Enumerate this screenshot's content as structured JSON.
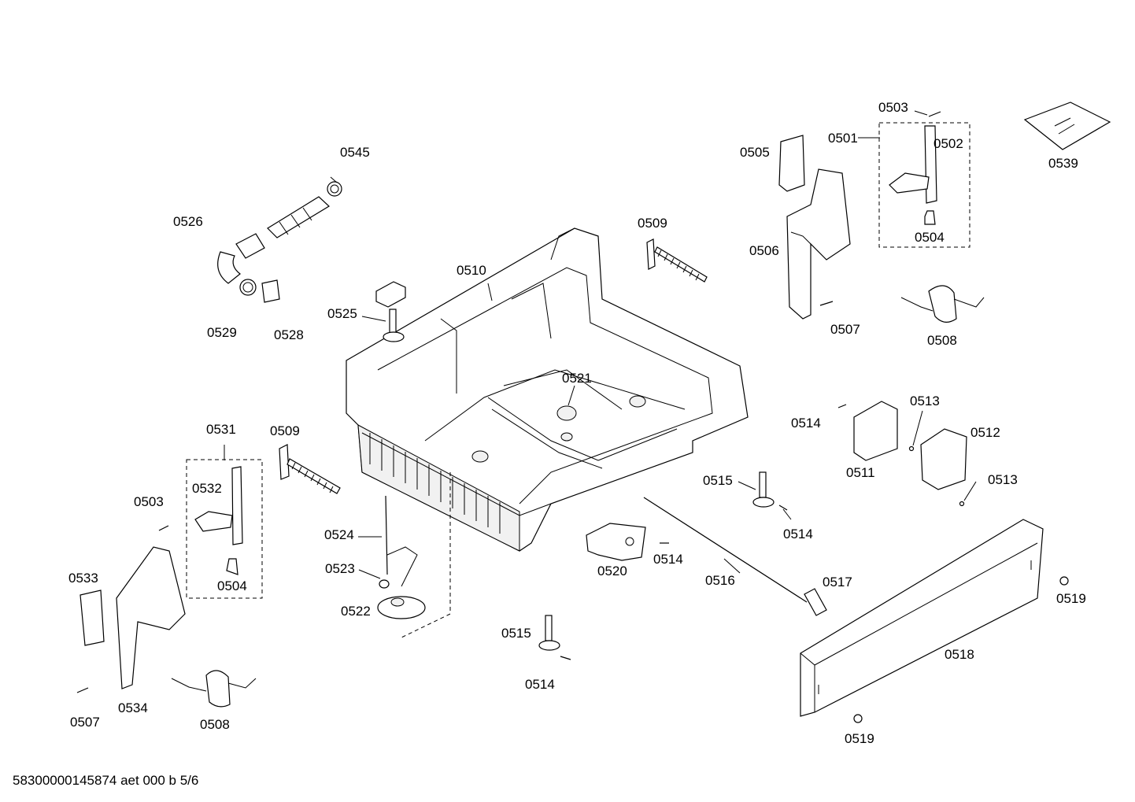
{
  "labels": {
    "l0503a": "0503",
    "l0501": "0501",
    "l0502": "0502",
    "l0505": "0505",
    "l0539": "0539",
    "l0545": "0545",
    "l0526": "0526",
    "l0509a": "0509",
    "l0506": "0506",
    "l0504a": "0504",
    "l0510": "0510",
    "l0529": "0529",
    "l0528": "0528",
    "l0525": "0525",
    "l0507a": "0507",
    "l0508a": "0508",
    "l0521": "0521",
    "l0513a": "0513",
    "l0514a": "0514",
    "l0512": "0512",
    "l0531": "0531",
    "l0509b": "0509",
    "l0511": "0511",
    "l0515a": "0515",
    "l0513b": "0513",
    "l0503b": "0503",
    "l0532": "0532",
    "l0514b": "0514",
    "l0524": "0524",
    "l0514c": "0514",
    "l0520": "0520",
    "l0516": "0516",
    "l0533": "0533",
    "l0504b": "0504",
    "l0523": "0523",
    "l0517": "0517",
    "l0519a": "0519",
    "l0522": "0522",
    "l0515b": "0515",
    "l0518": "0518",
    "l0514d": "0514",
    "l0534": "0534",
    "l0507b": "0507",
    "l0508b": "0508",
    "l0519b": "0519"
  },
  "footer": "58300000145874 aet 000 b 5/6"
}
